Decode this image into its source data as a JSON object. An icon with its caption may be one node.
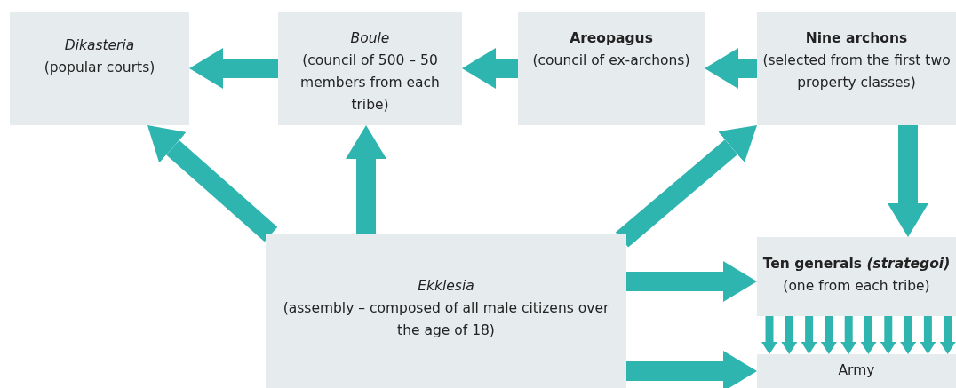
{
  "diagram": {
    "nodes": [
      {
        "text": [
          "Dikasteria",
          "(popular courts)"
        ]
      },
      {
        "text": [
          "Boule",
          "(council of 500 – 50 members from each tribe)"
        ]
      },
      {
        "text": [
          "Areopagus",
          "(council of ex-archons)"
        ]
      },
      {
        "text": [
          "Nine archons",
          "(selected from the first two property classes)"
        ]
      },
      {
        "text": [
          "Ekklesia",
          "(assembly – composed of all male citizens over the age of 18)"
        ]
      },
      {
        "text": [
          "Ten generals *(strategoi)*",
          "(one from each tribe)"
        ]
      },
      {
        "text": [
          "Army"
        ]
      }
    ],
    "edges": [
      {
        "from": 1,
        "to": 0,
        "arrow": "to",
        "style": "thick"
      },
      {
        "from": 2,
        "to": 1,
        "arrow": "to",
        "style": "thick"
      },
      {
        "from": 3,
        "to": 2,
        "arrow": "to",
        "style": "thick"
      },
      {
        "from": 4,
        "to": 0,
        "arrow": "to",
        "style": "thick"
      },
      {
        "from": 4,
        "to": 1,
        "arrow": "to",
        "style": "thick"
      },
      {
        "from": 4,
        "to": 3,
        "arrow": "to",
        "style": "thick"
      },
      {
        "from": 3,
        "to": 5,
        "arrow": "to",
        "style": "thick"
      },
      {
        "from": 4,
        "to": 5,
        "arrow": "to",
        "style": "thick"
      },
      {
        "from": 4,
        "to": 6,
        "arrow": "to",
        "style": "thick"
      },
      {
        "from": 5,
        "to": 6,
        "arrow": "to"
      },
      {
        "from": 5,
        "to": 6,
        "arrow": "to"
      },
      {
        "from": 5,
        "to": 6,
        "arrow": "to"
      },
      {
        "from": 5,
        "to": 6,
        "arrow": "to"
      },
      {
        "from": 5,
        "to": 6,
        "arrow": "to"
      },
      {
        "from": 5,
        "to": 6,
        "arrow": "to"
      },
      {
        "from": 5,
        "to": 6,
        "arrow": "to"
      },
      {
        "from": 5,
        "to": 6,
        "arrow": "to"
      },
      {
        "from": 5,
        "to": 6,
        "arrow": "to"
      },
      {
        "from": 5,
        "to": 6,
        "arrow": "to"
      }
    ]
  }
}
